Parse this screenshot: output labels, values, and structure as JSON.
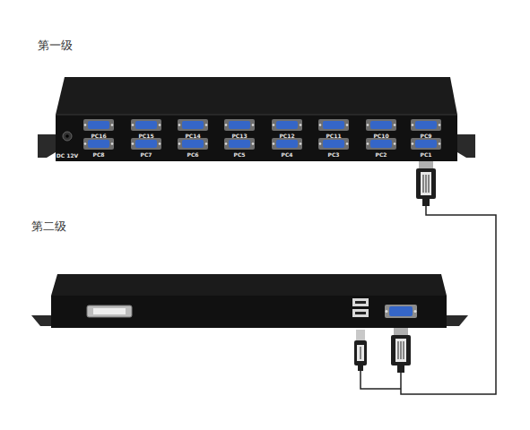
{
  "diagram": {
    "nodes": [
      {
        "text": [
          "第一级"
        ]
      },
      {
        "text": [
          "第二级"
        ]
      }
    ],
    "edges": [
      {
        "from": 0,
        "to": 1,
        "arrow": "none"
      }
    ],
    "labels": [
      "PC16",
      "PC15",
      "PC14",
      "PC13",
      "PC12",
      "PC11",
      "PC10",
      "PC9",
      "PC8",
      "PC7",
      "PC6",
      "PC5",
      "PC4",
      "PC3",
      "PC2",
      "PC1",
      "DC 12V"
    ]
  }
}
